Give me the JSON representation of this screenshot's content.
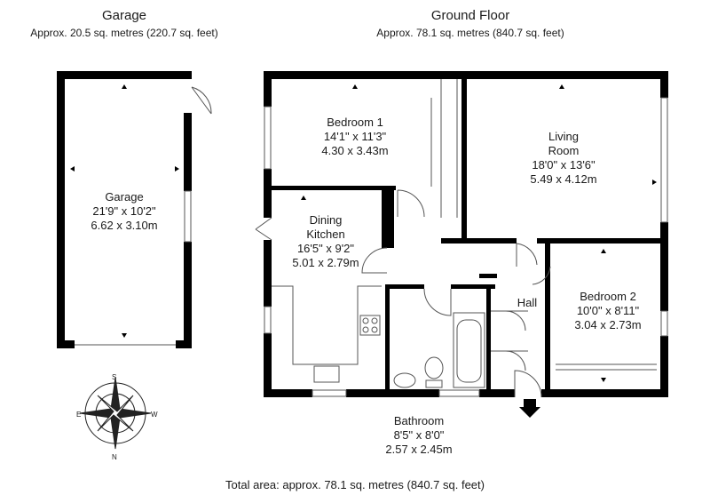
{
  "garage_header": {
    "title": "Garage",
    "area": "Approx. 20.5 sq. metres (220.7 sq. feet)"
  },
  "ground_header": {
    "title": "Ground Floor",
    "area": "Approx. 78.1 sq. metres (840.7 sq. feet)"
  },
  "rooms": {
    "garage": {
      "name": "Garage",
      "imperial": "21'9\" x 10'2\"",
      "metric": "6.62 x 3.10m"
    },
    "bedroom1": {
      "name": "Bedroom 1",
      "imperial": "14'1\" x 11'3\"",
      "metric": "4.30 x 3.43m"
    },
    "living": {
      "name1": "Living",
      "name2": "Room",
      "imperial": "18'0\" x 13'6\"",
      "metric": "5.49 x 4.12m"
    },
    "dining": {
      "name1": "Dining",
      "name2": "Kitchen",
      "imperial": "16'5\" x 9'2\"",
      "metric": "5.01 x 2.79m"
    },
    "hall": {
      "name": "Hall"
    },
    "bedroom2": {
      "name": "Bedroom 2",
      "imperial": "10'0\" x 8'11\"",
      "metric": "3.04 x 2.73m"
    },
    "bathroom": {
      "name": "Bathroom",
      "imperial": "8'5\" x 8'0\"",
      "metric": "2.57 x 2.45m"
    }
  },
  "footer": {
    "total": "Total area: approx. 78.1 sq. metres (840.7 sq. feet)"
  },
  "compass": {
    "n": "N",
    "s": "S",
    "e": "E",
    "w": "W"
  },
  "colors": {
    "wall": "#000000",
    "line": "#444444",
    "text": "#1a1a1a"
  }
}
